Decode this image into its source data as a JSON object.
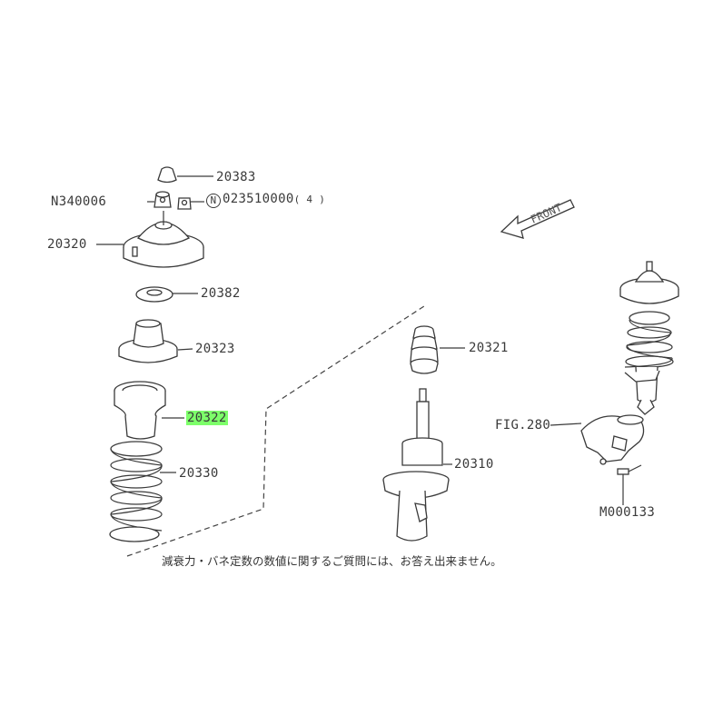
{
  "labels": {
    "p20383": "20383",
    "p_n340006": "N340006",
    "p_023510000_num": "023510000",
    "p_023510000_qty": "( 4 )",
    "circle_letter": "N",
    "p20320": "20320",
    "p20382": "20382",
    "p20323": "20323",
    "p20322": "20322",
    "p20330": "20330",
    "p20321": "20321",
    "p20310": "20310",
    "fig280": "FIG.280",
    "m000133": "M000133",
    "front": "FRONT"
  },
  "note": "減衰力・バネ定数の数値に関するご質問には、お答え出来ません。",
  "highlight_color": "#7dff6a"
}
